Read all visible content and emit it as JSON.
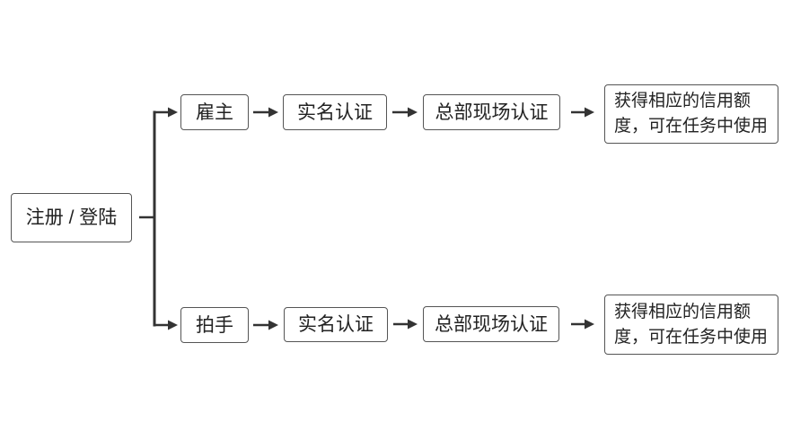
{
  "start": {
    "label": "注册 / 登陆"
  },
  "branches": [
    {
      "role": "雇主",
      "steps": [
        "实名认证",
        "总部现场认证"
      ],
      "result_lines": [
        "获得相应的信用额",
        "度，可在任务中使用"
      ]
    },
    {
      "role": "拍手",
      "steps": [
        "实名认证",
        "总部现场认证"
      ],
      "result_lines": [
        "获得相应的信用额",
        "度，可在任务中使用"
      ]
    }
  ],
  "colors": {
    "line": "#333333",
    "border": "#555555",
    "text": "#222222",
    "background": "#ffffff"
  }
}
